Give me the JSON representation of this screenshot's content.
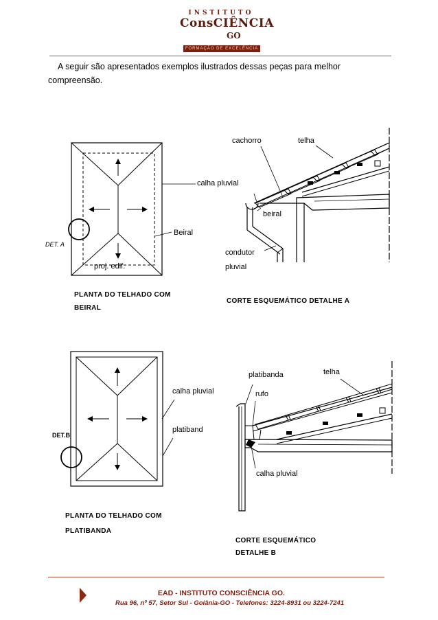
{
  "header": {
    "logo_line1": "INSTITUTO",
    "logo_line2": "ConsCIÊNCIA",
    "logo_line3": "GO",
    "logo_tagline": "FORMAÇÃO DE EXCELÊNCIA"
  },
  "intro": {
    "line1": "A seguir são apresentados exemplos ilustrados dessas peças para melhor",
    "line2": "compreensão."
  },
  "figure_a": {
    "plan_labels": {
      "det": "DET. A",
      "beiral": "Beiral",
      "proj": "proj. edif.",
      "calha": "calha pluvial"
    },
    "plan_caption_line1": "PLANTA   DO   TELHADO   COM",
    "plan_caption_line2": "BEIRAL",
    "section_labels": {
      "cachorro": "cachorro",
      "telha": "telha",
      "beiral": "beiral",
      "condutor1": "condutor",
      "condutor2": "pluvial"
    },
    "section_caption": "CORTE ESQUEMÁTICO DETALHE A"
  },
  "figure_b": {
    "plan_labels": {
      "det": "DET.B",
      "calha": "calha pluvial",
      "platiband": "platiband"
    },
    "plan_caption_line1": "PLANTA    DO    TELHADO    COM",
    "plan_caption_line2": "PLATIBANDA",
    "section_labels": {
      "platibanda": "platibanda",
      "telha": "telha",
      "rufo": "rufo",
      "calha": "calha pluvial"
    },
    "section_caption_line1": "CORTE ESQUEMÁTICO",
    "section_caption_line2": "DETALHE B"
  },
  "footer": {
    "line1": "EAD - INSTITUTO CONSCIÊNCIA GO.",
    "line2": "Rua 96, nº 57, Setor Sul - Goiânia-GO - Telefones: 3224-8931 ou 3224-7241"
  },
  "colors": {
    "brand": "#7a1f10",
    "rule": "#a64a3a"
  }
}
